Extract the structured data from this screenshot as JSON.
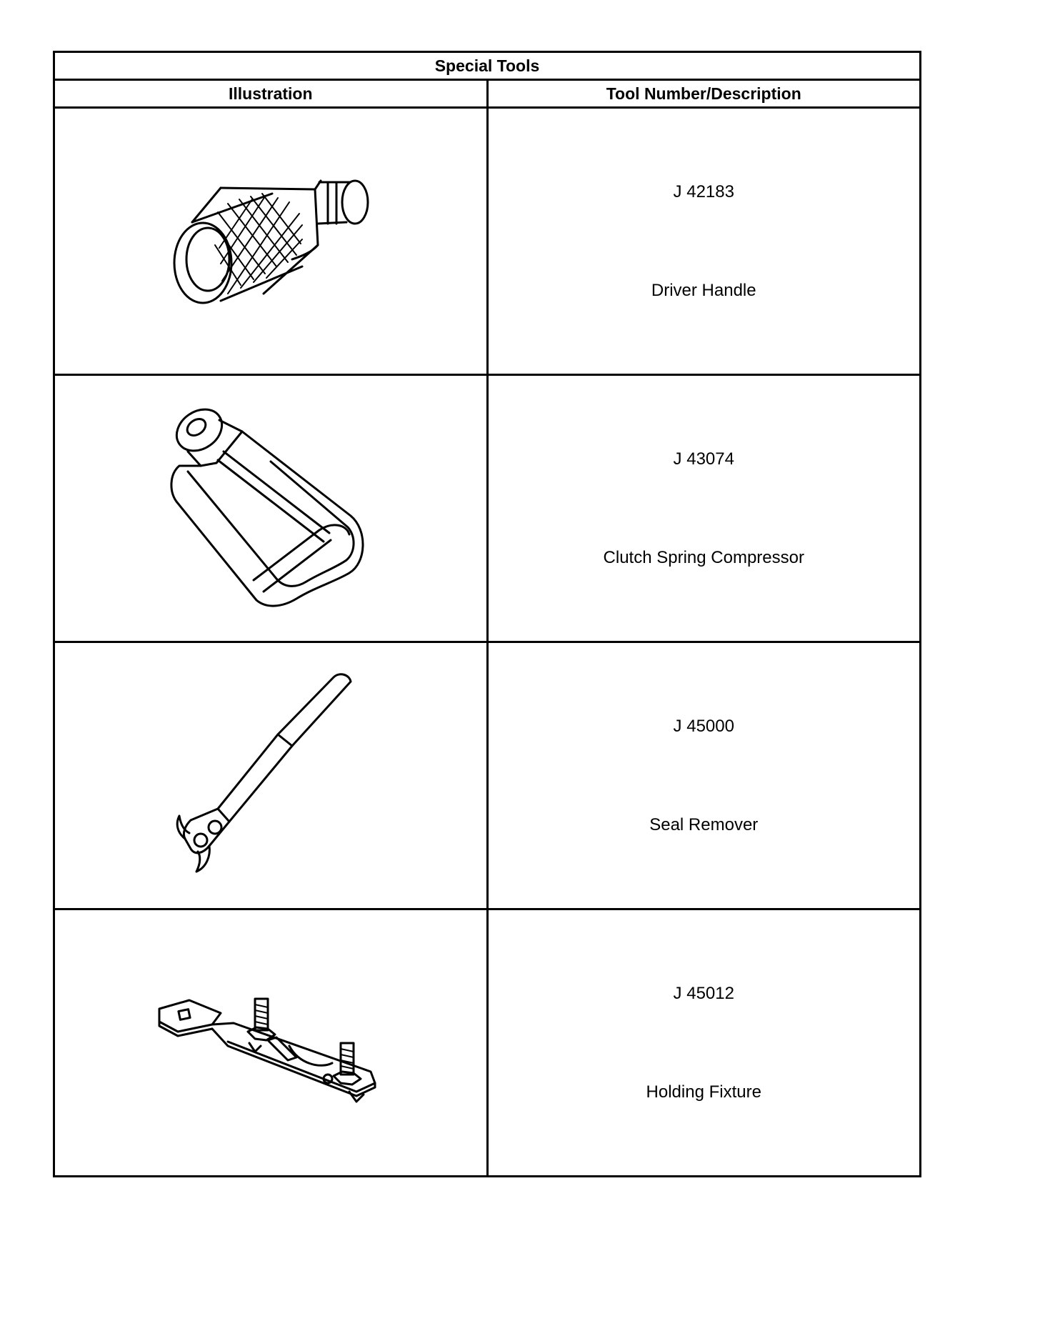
{
  "table": {
    "title": "Special Tools",
    "headers": {
      "illustration": "Illustration",
      "description": "Tool Number/Description"
    },
    "rows": [
      {
        "tool_number": "J 42183",
        "description": "Driver Handle",
        "illustration_icon": "driver-handle-icon"
      },
      {
        "tool_number": "J 43074",
        "description": "Clutch Spring Compressor",
        "illustration_icon": "clutch-spring-compressor-icon"
      },
      {
        "tool_number": "J 45000",
        "description": "Seal Remover",
        "illustration_icon": "seal-remover-icon"
      },
      {
        "tool_number": "J 45012",
        "description": "Holding Fixture",
        "illustration_icon": "holding-fixture-icon"
      }
    ]
  }
}
